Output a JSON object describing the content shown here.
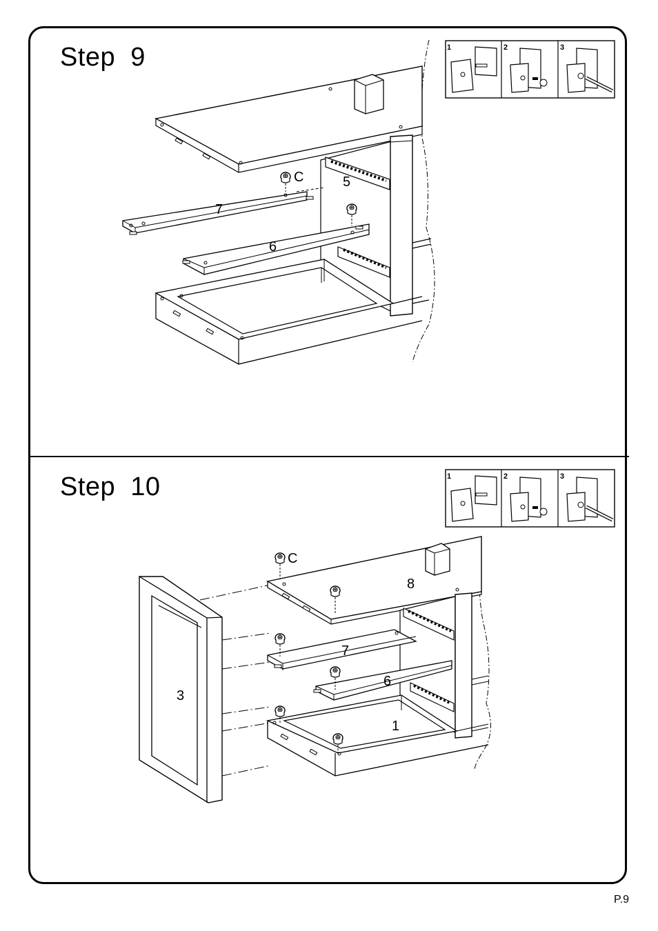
{
  "steps": [
    {
      "title": "Step  9",
      "inset_panel_labels": [
        "1",
        "2",
        "3"
      ],
      "part_labels": [
        "C",
        "5",
        "7",
        "6"
      ]
    },
    {
      "title": "Step  10",
      "inset_panel_labels": [
        "1",
        "2",
        "3"
      ],
      "part_labels": [
        "C",
        "8",
        "7",
        "6",
        "3",
        "1"
      ]
    }
  ],
  "page_number": "P.9"
}
